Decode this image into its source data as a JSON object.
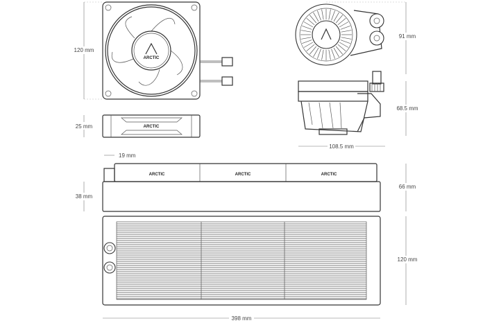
{
  "brand": "ARCTIC",
  "dimensions": {
    "fan_height": "120 mm",
    "fan_thickness": "25 mm",
    "pump_height": "91 mm",
    "pump_depth": "68.5 mm",
    "pump_width": "108.5 mm",
    "fitting_offset": "19 mm",
    "radiator_total_thickness": "66 mm",
    "radiator_thickness": "38 mm",
    "radiator_height": "120 mm",
    "radiator_length": "398 mm"
  }
}
